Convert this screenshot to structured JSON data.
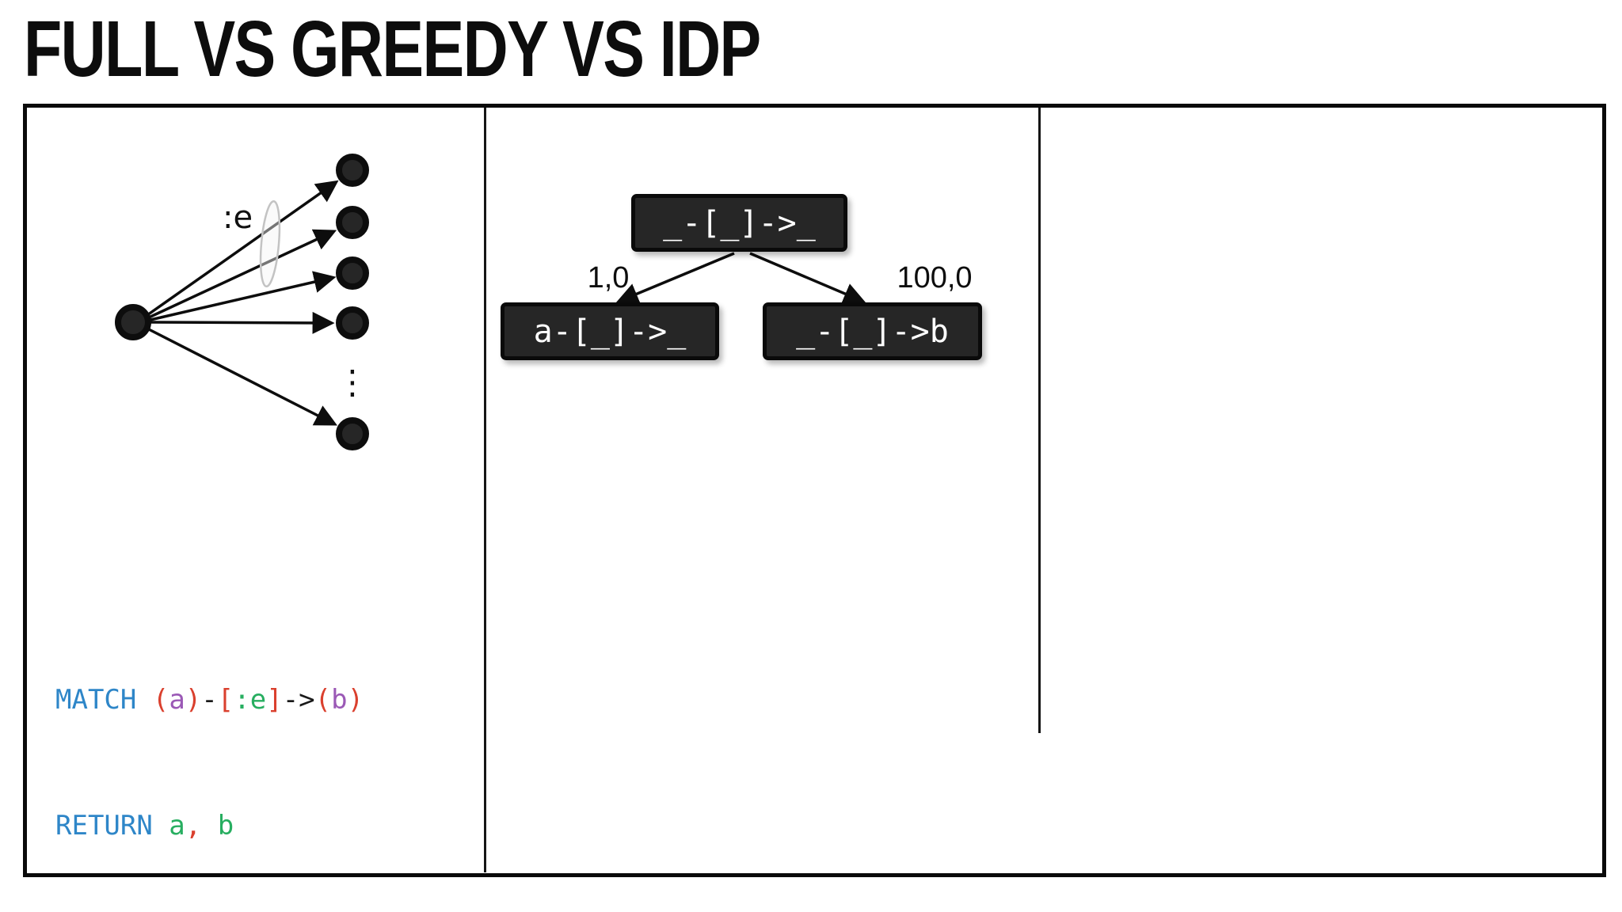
{
  "slide": {
    "title": "FULL VS GREEDY VS IDP"
  },
  "left_column": {
    "graph": {
      "edge_label": ":e",
      "ellipsis_glyph": "⋮"
    },
    "code": {
      "line1": [
        "MATCH ",
        "(",
        "a",
        ")",
        "-",
        "[",
        ":e",
        "]",
        "->",
        "(",
        "b",
        ")"
      ],
      "line2": [
        "RETURN ",
        "a",
        ",",
        " b"
      ]
    }
  },
  "middle_column": {
    "plan_tree": {
      "root": "_-[_]->_",
      "left_child": "a-[_]->_",
      "right_child": "_-[_]->b",
      "left_edge_cost": "1,0",
      "right_edge_cost": "100,0"
    }
  },
  "right_column": {},
  "colors": {
    "keyword_blue": "#2e86c8",
    "punctuation_red": "#da402e",
    "variable_purple": "#9b59b6",
    "identifier_green": "#27ae60",
    "node_and_box_fill": "#262626",
    "border_black": "#0a0a0a"
  }
}
